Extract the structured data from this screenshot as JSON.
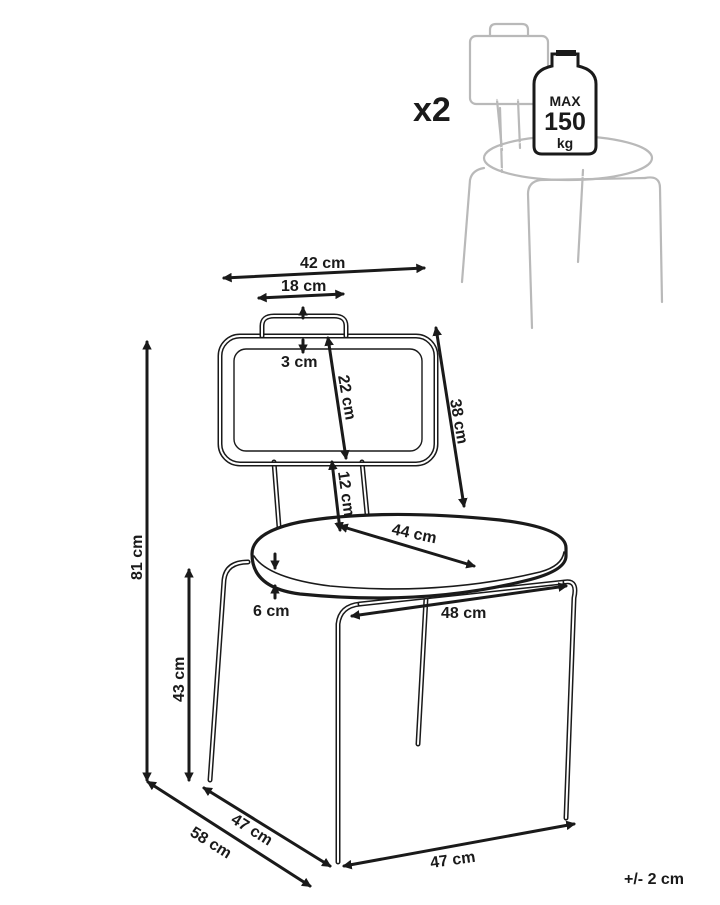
{
  "dimensions": {
    "backrest_width": "42 cm",
    "handle_width": "18 cm",
    "handle_height": "3 cm",
    "backrest_inner_height": "22 cm",
    "backrest_height": "38 cm",
    "back_gap": "12 cm",
    "seat_depth": "44 cm",
    "seat_thickness": "6 cm",
    "seat_width": "48 cm",
    "total_height": "81 cm",
    "seat_height": "43 cm",
    "base_depth": "47 cm",
    "overall_depth": "58 cm",
    "base_width": "47 cm"
  },
  "quantity": "x2",
  "weight_badge": {
    "line1": "MAX",
    "line2": "150",
    "line3": "kg"
  },
  "tolerance": "+/- 2 cm"
}
